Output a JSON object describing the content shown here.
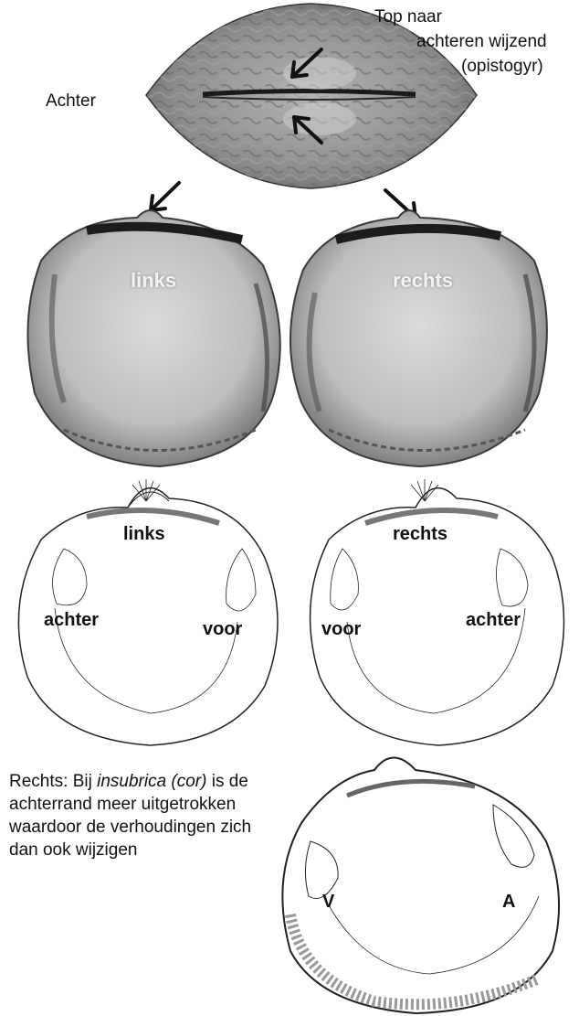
{
  "header": {
    "achter_label": "Achter",
    "top_label_line1": "Top naar",
    "top_label_line2": "achteren wijzend",
    "top_label_line3": "(opistogyr)"
  },
  "photos": {
    "left_label": "links",
    "right_label": "rechts"
  },
  "drawings": {
    "left": {
      "label": "links",
      "side_left": "achter",
      "side_right": "voor"
    },
    "right": {
      "label": "rechts",
      "side_left": "voor",
      "side_right": "achter"
    }
  },
  "caption": {
    "prefix": "Rechts: Bij ",
    "italic": "insubrica (cor)",
    "suffix": " is de achterrand meer uitgetrokken waardoor de verhoudingen zich dan ook wijzigen"
  },
  "bottom_drawing": {
    "left_mark": "V",
    "right_mark": "A"
  },
  "colors": {
    "shell_photo": "#8a8a8a",
    "shell_interior": "#cfcfcf",
    "line": "#222222"
  }
}
